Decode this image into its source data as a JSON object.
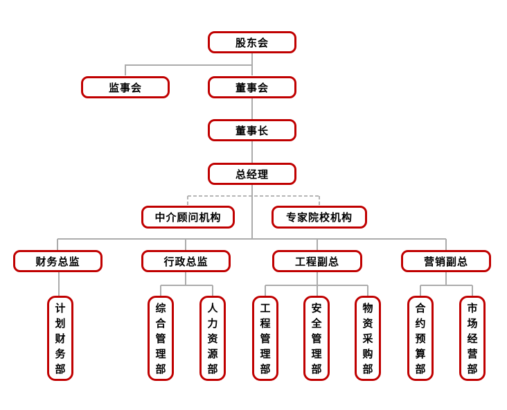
{
  "org_chart": {
    "colors": {
      "node_border": "#C00000",
      "node_fill": "#FFFFFF",
      "connector": "#ABABAB",
      "label_text": "#000000"
    },
    "nodes": {
      "shareholders_meeting": {
        "label": "股东会"
      },
      "supervisory_board": {
        "label": "监事会"
      },
      "board_of_directors": {
        "label": "董事会"
      },
      "chairman": {
        "label": "董事长"
      },
      "general_manager": {
        "label": "总经理"
      },
      "intermediary_advisory": {
        "label": "中介顾问机构"
      },
      "expert_institutions": {
        "label": "专家院校机构"
      },
      "finance_director": {
        "label": "财务总监"
      },
      "admin_director": {
        "label": "行政总监"
      },
      "engineering_vp": {
        "label": "工程副总"
      },
      "marketing_vp": {
        "label": "营销副总"
      },
      "planning_finance_dept": {
        "label": "计划财务部"
      },
      "general_mgmt_dept": {
        "label": "综合管理部"
      },
      "hr_dept": {
        "label": "人力资源部"
      },
      "engineering_mgmt_dept": {
        "label": "工程管理部"
      },
      "safety_mgmt_dept": {
        "label": "安全管理部"
      },
      "material_procurement_dept": {
        "label": "物资采购部"
      },
      "contract_budget_dept": {
        "label": "合约预算部"
      },
      "market_operation_dept": {
        "label": "市场经营部"
      }
    }
  }
}
